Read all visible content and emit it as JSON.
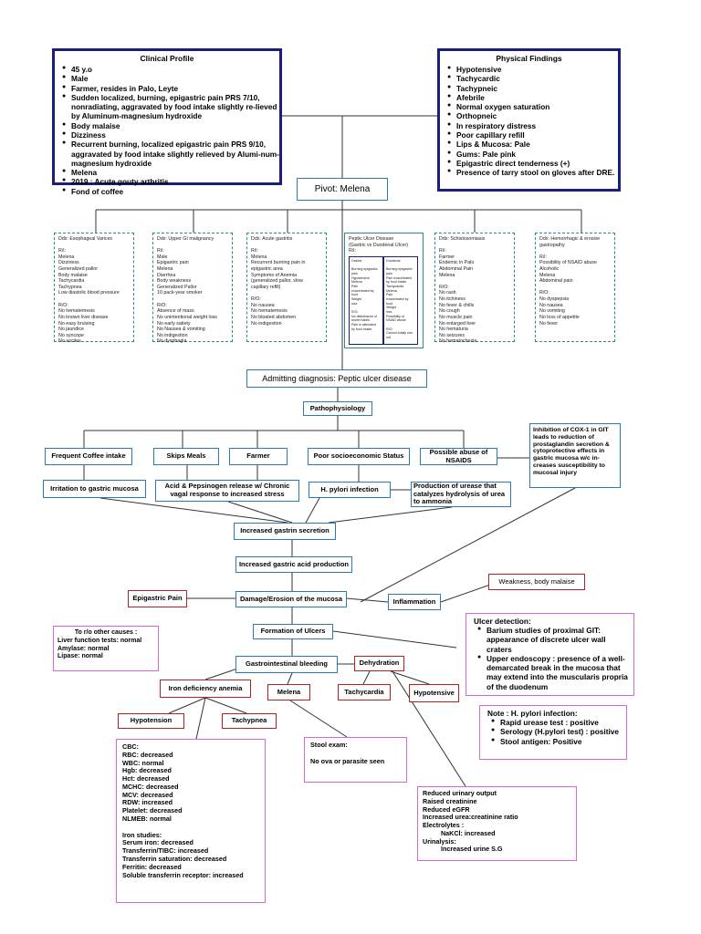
{
  "clinical_profile": {
    "title": "Clinical Profile",
    "items": [
      "45 y.o",
      "Male",
      "Farmer, resides in Palo, Leyte",
      "Sudden localized, burning, epigastric pain PRS 7/10, nonradiating, aggravated by food intake slightly re-lieved by Aluminum-magnesium hydroxide",
      "Body malaise",
      "Dizziness",
      "Recurrent burning, localized epigastric pain PRS 9/10, aggravated by food intake slightly relieved by Alumi-num-magnesium hydroxide",
      "Melena",
      "2019 : Acute gouty arthritis",
      "Fond of coffee"
    ]
  },
  "physical_findings": {
    "title": "Physical Findings",
    "items": [
      "Hypotensive",
      "Tachycardic",
      "Tachypneic",
      "Afebrile",
      "Normal oxygen saturation",
      "Orthopneic",
      "In respiratory distress",
      "Poor capillary refill",
      "Lips & Mucosa: Pale",
      "Gums: Pale pink",
      "Epigastric direct tenderness (+)",
      "Presence of tarry stool on gloves after DRE."
    ]
  },
  "pivot": "Pivot: Melena",
  "ddx": [
    {
      "lines": [
        "Ddx: Esophageal Varices",
        "",
        "R/i:",
        "Melena",
        "Dizziness",
        "Generalized pallor",
        "Body malaise",
        "Tachycardia",
        "Tachypnea",
        "Low diastolic blood pressure",
        "",
        "R/O:",
        "No hematemesis",
        "No known liver disease",
        "No easy bruising",
        "No jaundice",
        "No syncope",
        "No ascites"
      ]
    },
    {
      "lines": [
        "Ddx: Upper GI malignancy",
        "",
        "R/i:",
        "Male",
        "Epigastric pain",
        "Melena",
        "Diarrhea",
        "Body weakness",
        "Generalized Pallor",
        "10 pack-year smoker",
        "",
        "R/O:",
        "Absence of mass",
        "No unintentional weight loss",
        "No early satiety",
        "No Nausea & vomiting",
        "No indigestion",
        "No dysphagia"
      ]
    },
    {
      "lines": [
        "Ddx: Acute gastritis",
        "",
        "R/i:",
        "Melena",
        "Recurrent burning pain in",
        "epigastric area",
        "Symptoms of Anemia",
        "(generalized pallor, slow",
        "capillary refill)",
        "",
        "R/O:",
        "No nausea",
        "No hematemesis",
        "No bloated abdomen",
        "No indigestion"
      ]
    },
    {
      "lines": [
        "Ddx: Schistosomiasis",
        "",
        "R/i:",
        "Farmer",
        "Endemic in Palo",
        "Abdominal Pain",
        "Melena",
        "",
        "R/O:",
        "No rash",
        "No itchiness",
        "No fever & chills",
        "No cough",
        "No muscle pain",
        "No enlarged liver",
        "No hematuria",
        "No seizures",
        "No hematochezia"
      ]
    },
    {
      "lines": [
        "Ddx: Hemorrhagic & erosive",
        "gastropathy",
        "",
        "R/i:",
        "Possibility of NSAID abuse",
        "Alcoholic",
        "Melena",
        "Abdominal pain",
        "",
        "R/O:",
        "No dyspepsia",
        "No nausea",
        "No vomiting",
        "No loss of appetite",
        "No fever"
      ]
    }
  ],
  "pud": {
    "title": [
      "Peptic Ulcer Disease",
      "(Gastric vs Duodenal Ulcer)",
      "R/i:"
    ],
    "gastric": [
      "Gastric",
      "",
      "Burning epigastric",
      "pain",
      "Hypotensive",
      "Melena",
      "Pain",
      "exacerbated by",
      "food",
      "Weight",
      "loss",
      "",
      "R/O:",
      "No disturbance of",
      "bowel habits",
      "Pain is alleviated",
      "by food intake"
    ],
    "duodenal": [
      "Duodenal",
      "",
      "Burning epigastric",
      "pain",
      "Pain exacerbated",
      "by food intake",
      "Tachycardia",
      "Melena",
      "Pain",
      "exacerbated by",
      "food",
      "Weight",
      "loss",
      "Possibility of",
      "NSAID abuse",
      "",
      "R/O:",
      "Cannot totally rule",
      "out"
    ]
  },
  "admitting": "Admitting diagnosis: Peptic ulcer disease",
  "pathophysiology": "Pathophysiology",
  "causes": [
    "Frequent Coffee intake",
    "Skips Meals",
    "Farmer",
    "Poor socioeconomic Status",
    "Possible abuse of NSAIDS"
  ],
  "nsaid_effect": "Inhibition of COX-1 in GIT leads to reduction of prostaglandin secretion & cytoprotective effects in gastric mucosa w/c in-creases susceptibility to mucosal injury",
  "irritation": "Irritation to gastric mucosa",
  "acid_release": "Acid & Pepsinogen release w/ Chronic vagal response to increased stress",
  "hpylori": "H. pylori infection",
  "urease": "Production of urease that catalyzes hydrolysis of urea to ammonia",
  "gastrin": "Increased gastrin secretion",
  "acid_production": "Increased gastric acid production",
  "weakness": "Weakness, body malaise",
  "epigastric": "Epigastric Pain",
  "damage": "Damage/Erosion of the mucosa",
  "inflammation": "Inflammation",
  "rule_out": {
    "title": "To r/o other causes :",
    "lines": [
      "Liver function tests: normal",
      "Amylase: normal",
      "Lipase: normal"
    ]
  },
  "ulcers": "Formation of Ulcers",
  "ulcer_detection": {
    "title": "Ulcer detection:",
    "items": [
      "Barium studies of proximal GIT: appearance of discrete ulcer wall craters",
      "Upper endoscopy : presence of a well-demarcated break in the mucosa that may extend into the muscularis propria of the duodenum"
    ]
  },
  "gi_bleeding": "Gastrointestinal bleeding",
  "dehydration": "Dehydration",
  "ida": "Iron deficiency anemia",
  "melena": "Melena",
  "tachycardia": "Tachycardia",
  "hypotensive": "Hypotensive",
  "hypotension": "Hypotension",
  "tachypnea": "Tachypnea",
  "hpylori_note": {
    "title": "Note : H. pylori infection:",
    "items": [
      "Rapid urease test : positive",
      "Serology (H.pylori test) : positive",
      "Stool antigen: Positive"
    ]
  },
  "cbc": {
    "lines": [
      "CBC:",
      "RBC: decreased",
      "WBC: normal",
      "Hgb: decreased",
      "Hct: decreased",
      "MCHC: decreased",
      "MCV: decreased",
      "RDW: increased",
      "Platelet: decreased",
      "NLMEB: normal",
      "",
      "Iron studies:",
      "Serum iron: decreased",
      "Transferrin/TIBC: increased",
      "Transferrin saturation: decreased",
      "Ferritin: decreased",
      "Soluble transferrin receptor: increased"
    ]
  },
  "stool": {
    "lines": [
      "Stool exam:",
      "",
      "No ova or parasite seen"
    ]
  },
  "urinary": {
    "lines": [
      "Reduced urinary output",
      "Raised creatinine",
      "Reduced eGFR",
      "Increased urea:creatinine ratio",
      "Electrolytes :",
      "          NaKCl: increased",
      "Urinalysis:",
      "          Increased urine S.G"
    ]
  }
}
